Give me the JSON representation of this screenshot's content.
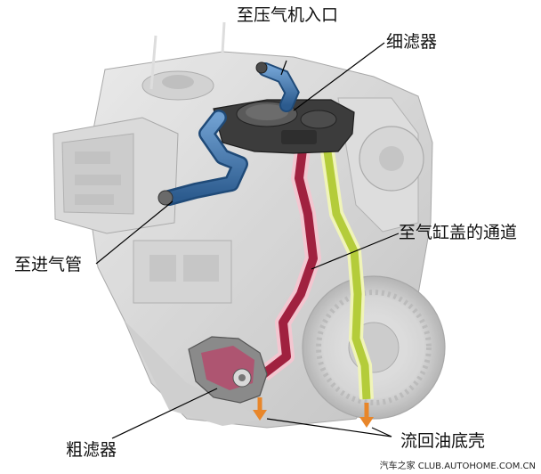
{
  "labels": {
    "compressor_inlet": "至压气机入口",
    "fine_filter": "细滤器",
    "intake_pipe": "至进气管",
    "head_channel": "至气缸盖的通道",
    "coarse_filter": "粗滤器",
    "oil_return": "流回油底壳"
  },
  "watermark": "汽车之家 CLUB.AUTOHOME.COM.CN",
  "colors": {
    "blue_pipe": "#3a6ea5",
    "red_channel": "#a0213f",
    "green_channel": "#b4cc3a",
    "orange_arrow": "#e8862a",
    "engine_gray": "#c8c8c8"
  }
}
